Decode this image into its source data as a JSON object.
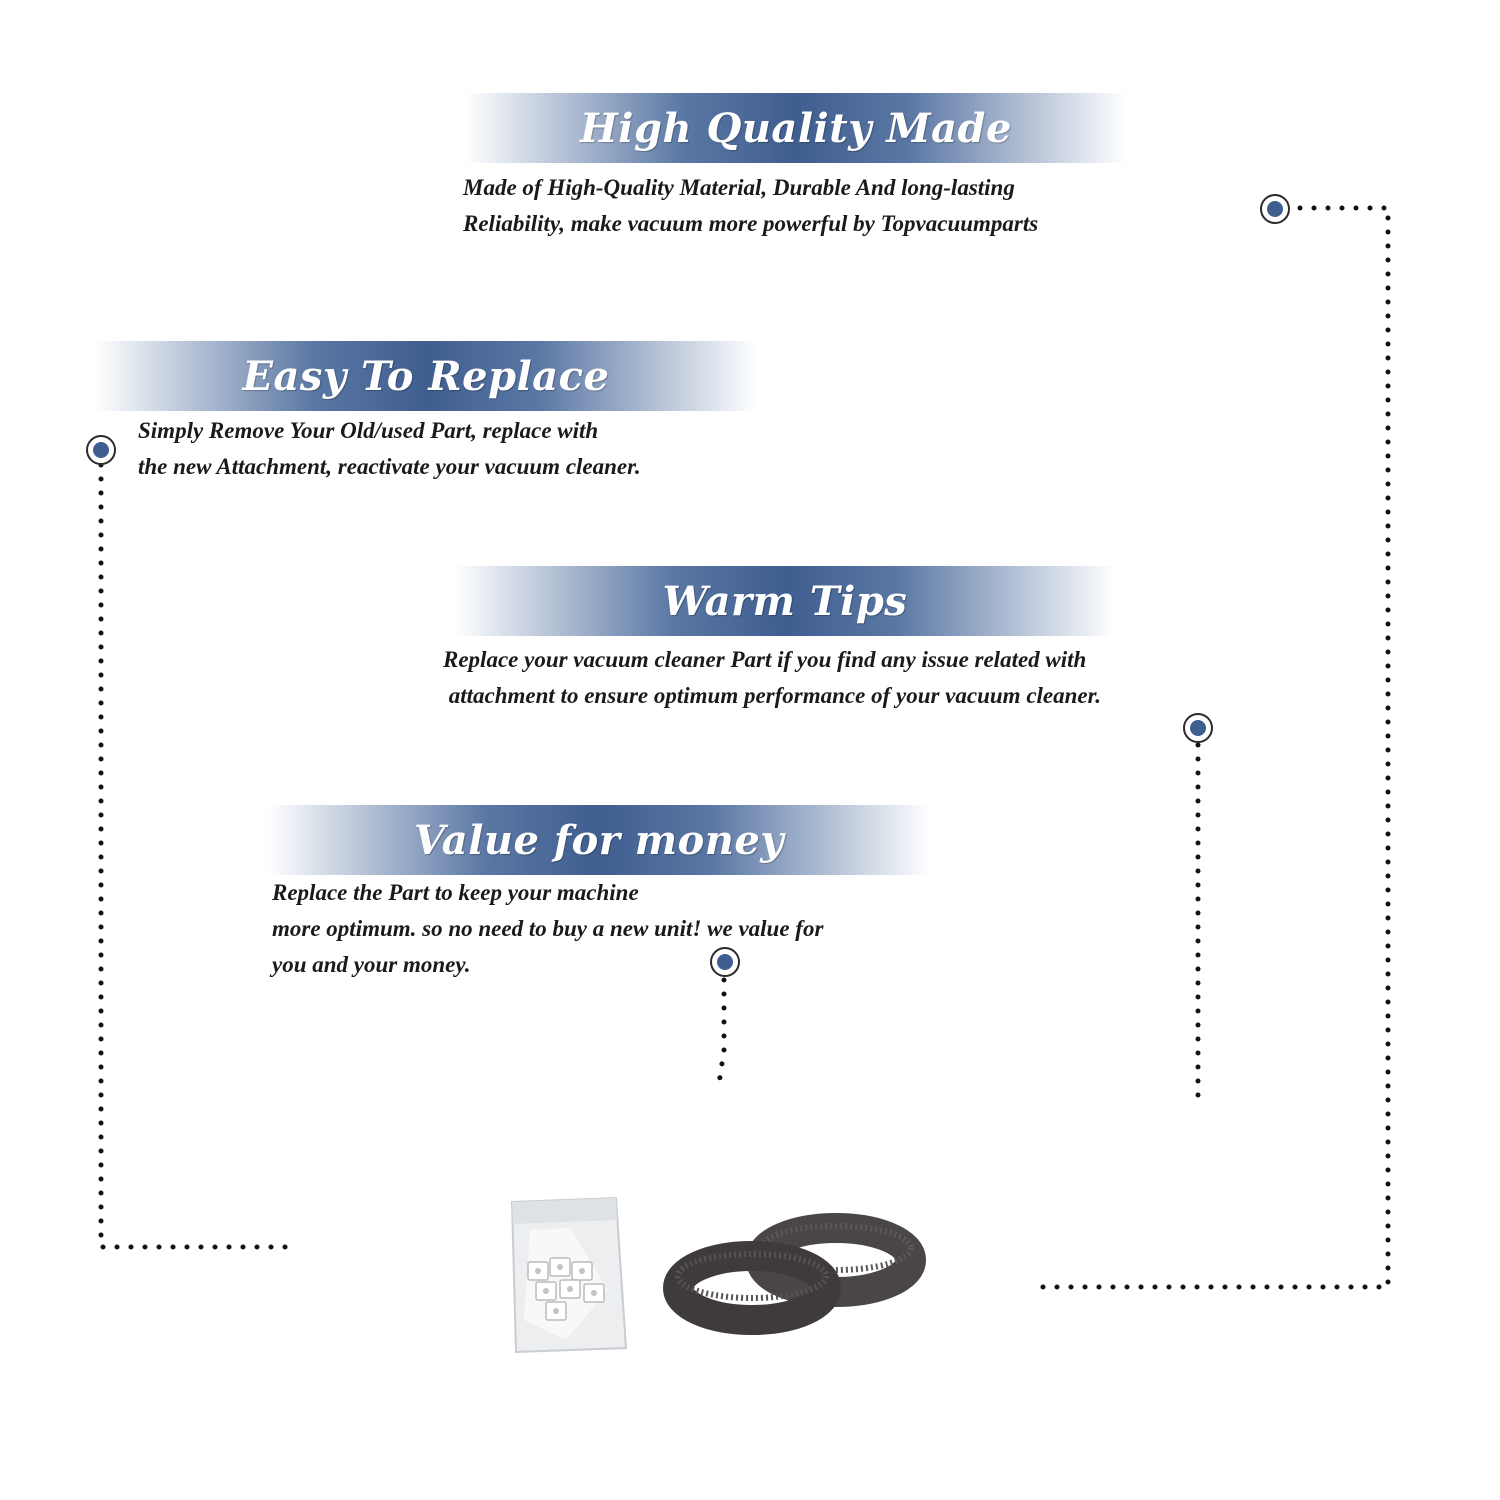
{
  "sections": [
    {
      "title": "High Quality Made",
      "lines": [
        "Made of  High-Quality Material, Durable And long-lasting",
        "Reliability, make vacuum more powerful by Topvacuumparts"
      ]
    },
    {
      "title": "Easy To Replace",
      "lines": [
        "Simply Remove Your Old/used Part, replace with",
        "the new Attachment, reactivate your vacuum cleaner."
      ]
    },
    {
      "title": "Warm Tips",
      "lines": [
        "Replace your vacuum cleaner Part if you find any issue related with",
        " attachment to ensure optimum performance of your vacuum cleaner."
      ]
    },
    {
      "title": "Value for money",
      "lines": [
        "Replace the Part to keep your machine",
        "more optimum. so no need to buy a new unit! we value for",
        "you and your money."
      ]
    }
  ],
  "colors": {
    "banner": "#3f5e90",
    "marker": "#3f5e90",
    "text": "#1a1a1a",
    "belt": "#4a4648"
  },
  "product": {
    "items": [
      "bag-of-clips-icon",
      "vacuum-belt-icon"
    ]
  }
}
